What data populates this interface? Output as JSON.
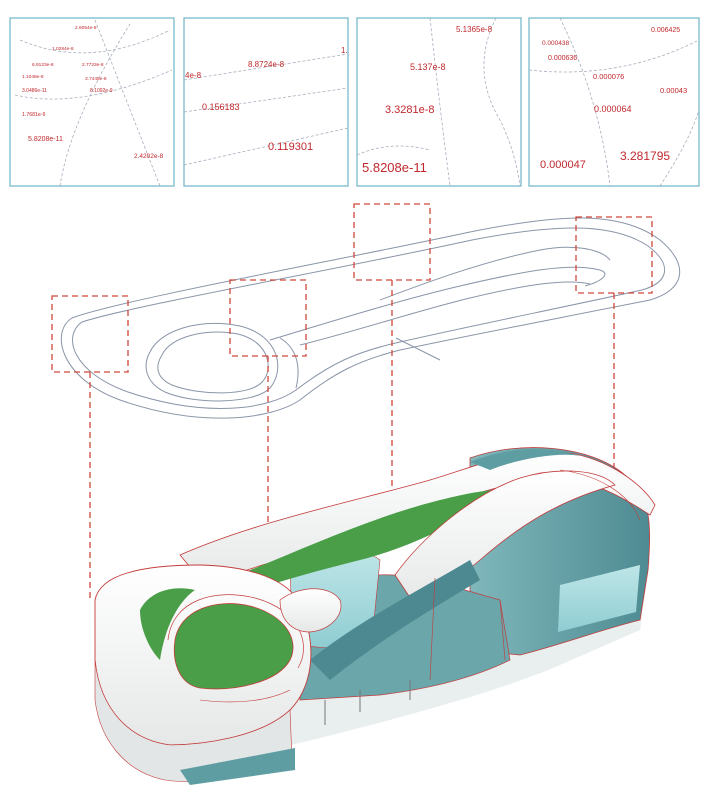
{
  "colors": {
    "panel_border": "#6fb3c8",
    "label_red": "#c0282d",
    "callout_red": "#d0483b",
    "contour_line": "#8a95a8",
    "roof_green": "#4a9e48",
    "wall_teal": "#5e9ea3",
    "glass_light": "#a9d9dc",
    "slab_white": "#f4f4f2"
  },
  "insets": [
    {
      "labels": [
        "2.6054e-8",
        "1.0284e-8",
        "6.9123e-8",
        "2.7723e-8",
        "1.1048e-8",
        "3.7445e-8",
        "3.0486e-11",
        "8.1092e-9",
        "1.7681e-9",
        "5.8208e-11",
        "2.4202e-8"
      ]
    },
    {
      "labels": [
        "4e-8",
        "8.8724e-8",
        "1.",
        "0.156183",
        "0.119301"
      ]
    },
    {
      "labels": [
        "5.1365e-8",
        "5.137e-8",
        "3.3281e-8",
        "5.8208e-11"
      ]
    },
    {
      "labels": [
        "0.006425",
        "0.000438",
        "0.000636",
        "0.000076",
        "0.00043",
        "0.000064",
        "0.000047",
        "3.281795"
      ]
    }
  ]
}
